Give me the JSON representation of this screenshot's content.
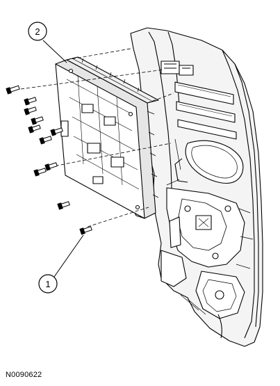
{
  "callouts": {
    "one": "1",
    "two": "2"
  },
  "figure_id": "N0090622",
  "colors": {
    "line": "#000000",
    "shade": "#d9d9d9",
    "background": "#ffffff"
  }
}
